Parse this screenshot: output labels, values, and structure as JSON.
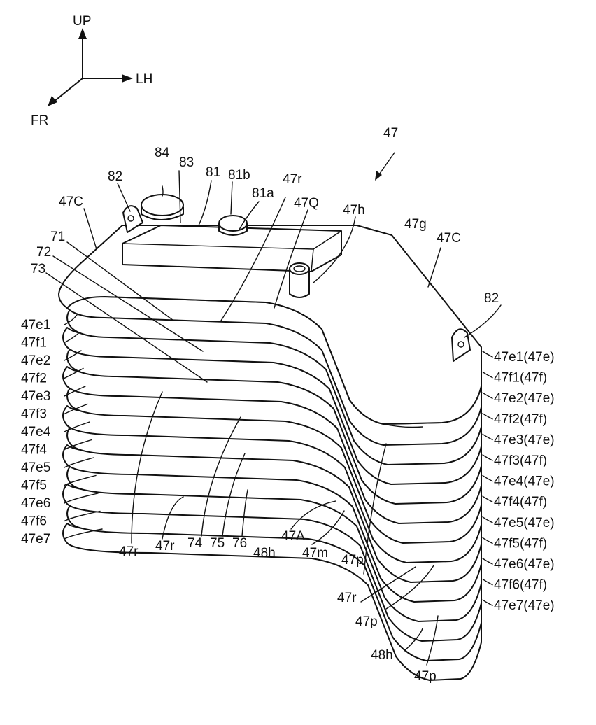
{
  "axes": {
    "up": "UP",
    "lh": "LH",
    "fr": "FR"
  },
  "figure_ref": "47",
  "labels": {
    "l84": "84",
    "l83": "83",
    "l81": "81",
    "l81b": "81b",
    "l81a": "81a",
    "l82a": "82",
    "l82b": "82",
    "l47r_top": "47r",
    "l47Q": "47Q",
    "l47h": "47h",
    "l47g": "47g",
    "l47C_left": "47C",
    "l47C_right": "47C",
    "l71": "71",
    "l72": "72",
    "l73": "73",
    "l74": "74",
    "l75": "75",
    "l76": "76",
    "l48h_a": "48h",
    "l47A": "47A",
    "l47m": "47m",
    "l47p_a": "47p",
    "l47r_a": "47r",
    "l47r_b": "47r",
    "l47r_c": "47r",
    "l47p_b": "47p",
    "l48h_b": "48h",
    "l47p_c": "47p"
  },
  "left_stack": [
    "47e1",
    "47f1",
    "47e2",
    "47f2",
    "47e3",
    "47f3",
    "47e4",
    "47f4",
    "47e5",
    "47f5",
    "47e6",
    "47f6",
    "47e7"
  ],
  "right_stack": [
    "47e1(47e)",
    "47f1(47f)",
    "47e2(47e)",
    "47f2(47f)",
    "47e3(47e)",
    "47f3(47f)",
    "47e4(47e)",
    "47f4(47f)",
    "47e5(47e)",
    "47f5(47f)",
    "47e6(47e)",
    "47f6(47f)",
    "47e7(47e)"
  ]
}
